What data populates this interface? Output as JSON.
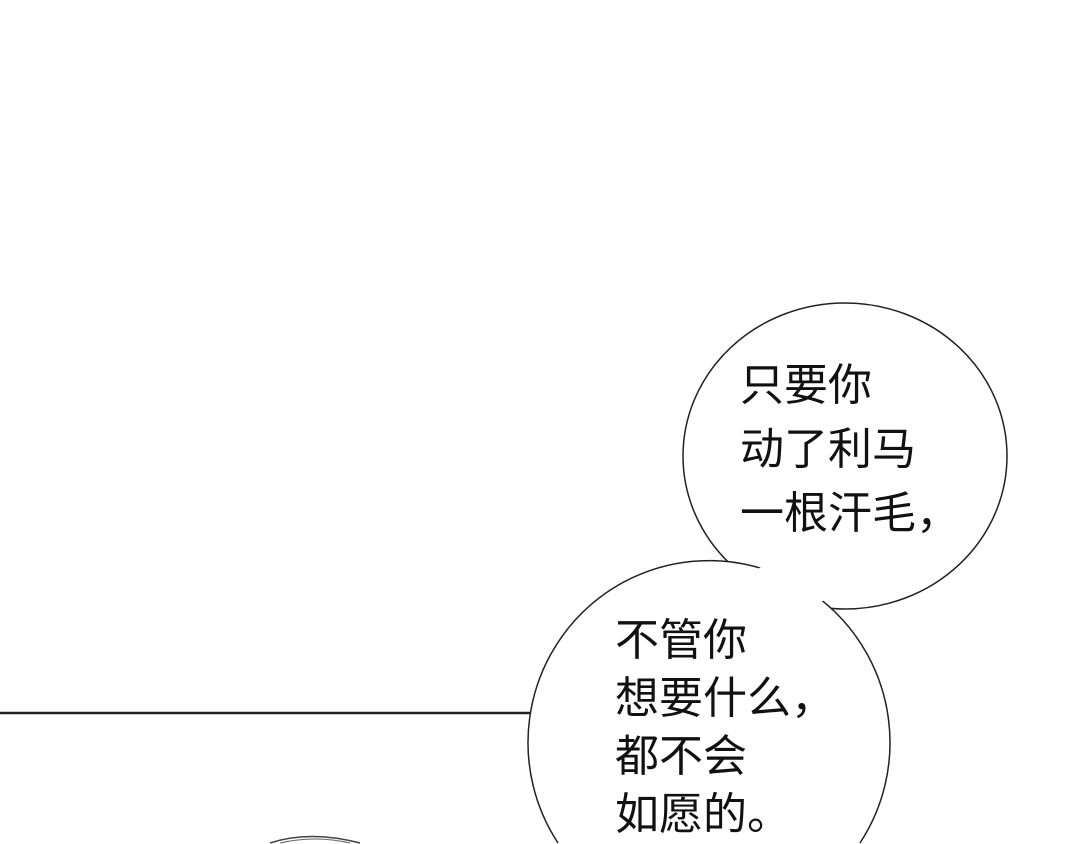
{
  "bubbles": [
    {
      "lines": [
        "只要你",
        "动了利马",
        "一根汗毛，"
      ]
    },
    {
      "lines": [
        "不管你",
        "想要什么，",
        "都不会",
        "如愿的。"
      ]
    }
  ],
  "colors": {
    "ink": "#111111",
    "paper": "#ffffff"
  }
}
